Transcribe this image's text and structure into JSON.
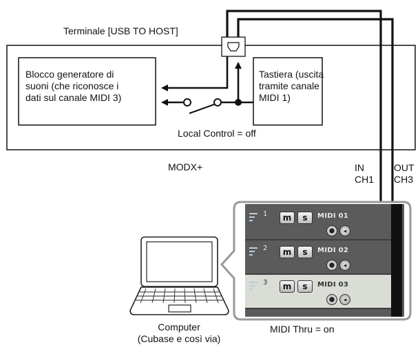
{
  "labels": {
    "usb_terminal": "Terminale [USB TO HOST]",
    "tone_generator": "Blocco generatore di\nsuoni (che riconosce i\ndati sul canale MIDI 3)",
    "keyboard": "Tastiera (uscita\ntramite canale\nMIDI 1)",
    "local_control": "Local Control = off",
    "device": "MODX+",
    "in_port": "IN\nCH1",
    "out_port": "OUT\nCH3",
    "computer": "Computer\n(Cubase e così via)",
    "midi_thru": "MIDI Thru = on"
  },
  "tracks": [
    {
      "number": "1",
      "mute": "m",
      "solo": "s",
      "name": "MIDI 01",
      "selected": false
    },
    {
      "number": "2",
      "mute": "m",
      "solo": "s",
      "name": "MIDI 02",
      "selected": false
    },
    {
      "number": "3",
      "mute": "m",
      "solo": "s",
      "name": "MIDI 03",
      "selected": true
    }
  ],
  "colors": {
    "track_bg": "#5b5b5b",
    "track_selected_bg": "#d9ddd5",
    "panel_border": "#9a9a9a"
  }
}
